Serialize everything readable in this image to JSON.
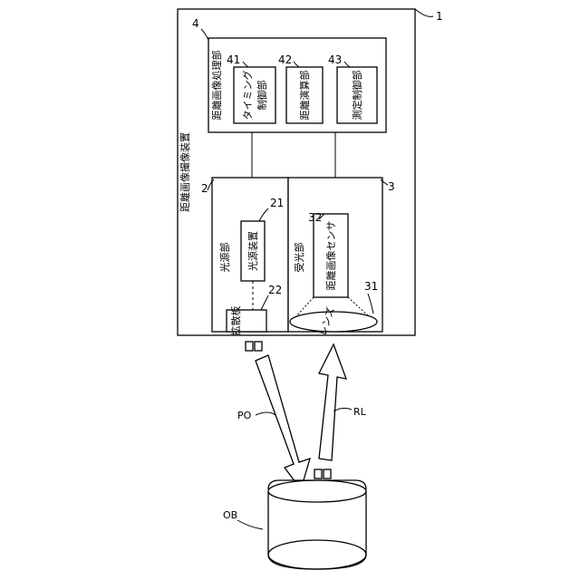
{
  "device": {
    "title": "距離画像撮像装置",
    "ref": "1"
  },
  "processing_unit": {
    "title": "距離画像処理部",
    "ref": "4",
    "blocks": [
      {
        "ref": "41",
        "label_line1": "タイミング",
        "label_line2": "制御部"
      },
      {
        "ref": "42",
        "label": "距離演算部"
      },
      {
        "ref": "43",
        "label": "測定制御部"
      }
    ]
  },
  "light_source_unit": {
    "title": "光源部",
    "ref": "2",
    "source_device": {
      "ref": "21",
      "label": "光源装置"
    },
    "diffuser": {
      "ref": "22",
      "label": "拡散板"
    }
  },
  "light_receiving_unit": {
    "title": "受光部",
    "ref": "3",
    "sensor": {
      "ref": "32",
      "label": "距離画像センサ"
    },
    "lens": {
      "ref": "31",
      "label": "レンズ"
    }
  },
  "beams": {
    "emitted": "PO",
    "reflected": "RL"
  },
  "object": {
    "label": "OB"
  }
}
